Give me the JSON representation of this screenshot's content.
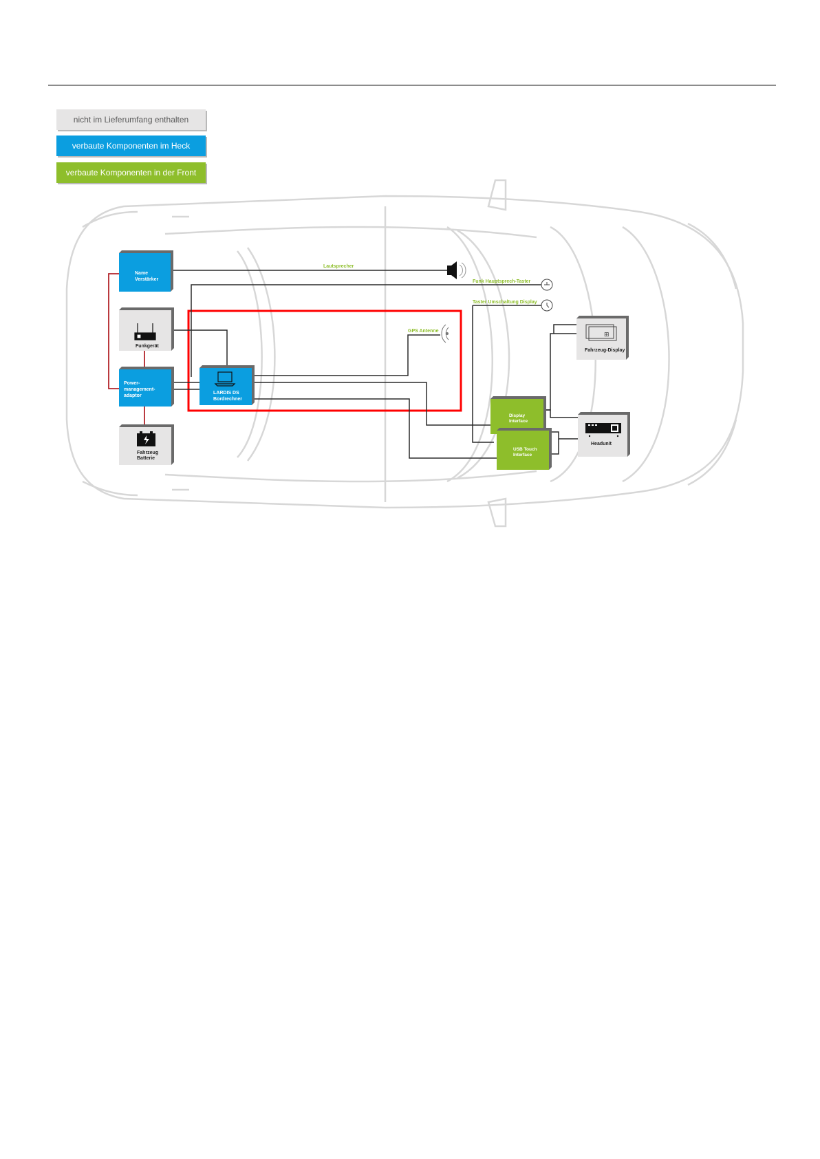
{
  "legend": {
    "not_included": "nicht im Lieferumfang enthalten",
    "rear": "verbaute Komponenten im Heck",
    "front": "verbaute Komponenten in der Front"
  },
  "colors": {
    "not_included": "#e6e5e5",
    "rear": "#0b9ee0",
    "front": "#8ebe2b",
    "highlight": "#ff0000",
    "power_line": "#b3242a",
    "label_green": "#8ebe2b"
  },
  "components": {
    "amplifier": "Name Verstärker",
    "radio": "Funkgerät",
    "power_adapter": "Power-management-adapter",
    "computer": "LARDIS DS Bordrechner",
    "battery": "Fahrzeug Batterie",
    "display_interface": "Display Interface",
    "usb_interface": "USB Touch Interface",
    "vehicle_display": "Fahrzeug-Display",
    "headunit": "Headunit"
  },
  "signals": {
    "speaker": "Lautsprecher",
    "ptt_button": "Funk Hauptsprech-Taster",
    "display_switch": "Taster Umschaltung Display",
    "gps": "GPS Antenne"
  }
}
